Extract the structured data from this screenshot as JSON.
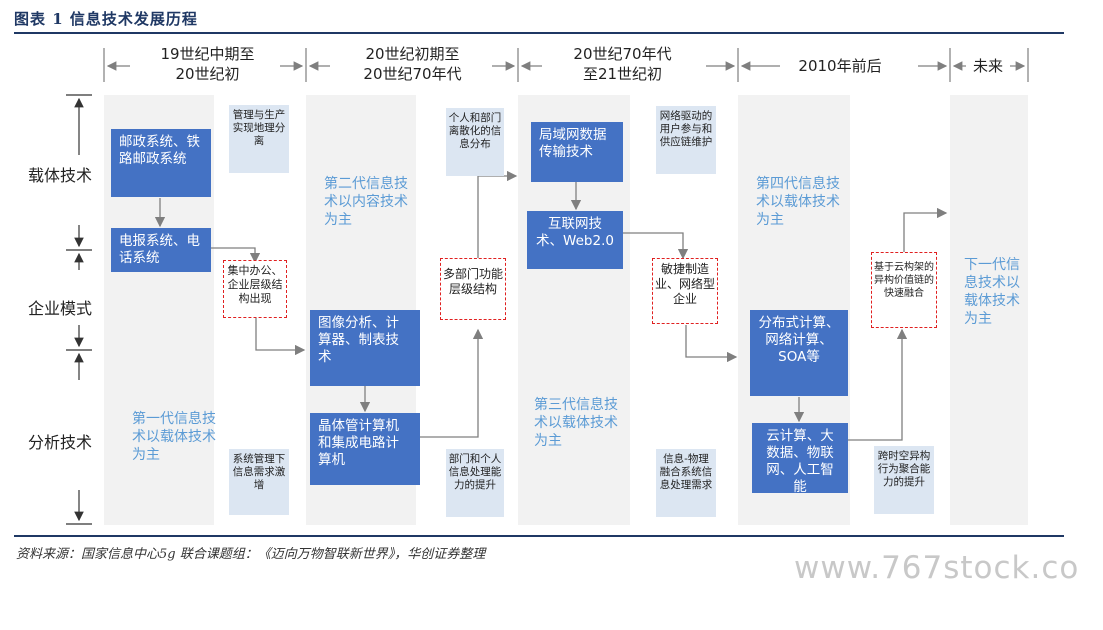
{
  "figure_title": "图表 1   信息技术发展历程",
  "periods": [
    "19世纪中期至\n20世纪初",
    "20世纪初期至\n20世纪70年代",
    "20世纪70年代\n至21世纪初",
    "2010年前后",
    "未来"
  ],
  "rows": [
    "载体技术",
    "企业模式",
    "分析技术"
  ],
  "blue_boxes": {
    "postal": "邮政系统、铁路邮政系统",
    "telegraph": "电报系统、电话系统",
    "image": "图像分析、计算器、制表技术",
    "transistor": "晶体管计算机和集成电路计算机",
    "lan": "局域网数据传输技术",
    "internet": "互联网技术、Web2.0",
    "distributed": "分布式计算、网络计算、SOA等",
    "cloud": "云计算、大数据、物联网、人工智能"
  },
  "notes": {
    "mgmt_sep": "管理与生产实现地理分离",
    "sys_demand": "系统管理下信息需求激增",
    "personal": "个人和部门离散化的信息分布",
    "dept_capacity": "部门和个人信息处理能力的提升",
    "network_driven": "网络驱动的用户参与和供应链维护",
    "cps": "信息-物理融合系统信息处理需求",
    "cross_space": "跨时空异构行为聚合能力的提升"
  },
  "dashed_boxes": {
    "centralized": "集中办公、企业层级结构出现",
    "multi_dept": "多部门功能层级结构",
    "agile": "敏捷制造业、网络型企业",
    "cloud_chain": "基于云构架的异构价值链的快速融合"
  },
  "generations": {
    "g1": "第一代信息技术以载体技术为主",
    "g2": "第二代信息技术以内容技术为主",
    "g3": "第三代信息技术以载体技术为主",
    "g4": "第四代信息技术以载体技术为主",
    "next": "下一代信息技术以载体技术为主"
  },
  "source": "资料来源：国家信息中心5g 联合课题组：《迈向万物智联新世界》，华创证券整理",
  "watermark": "www.767stock.co",
  "colors": {
    "blue_box": "#4472c4",
    "note_bg": "#dce6f2",
    "generation_text": "#5b9bd5",
    "dashed_border": "#e02020",
    "title": "#1f3864"
  }
}
